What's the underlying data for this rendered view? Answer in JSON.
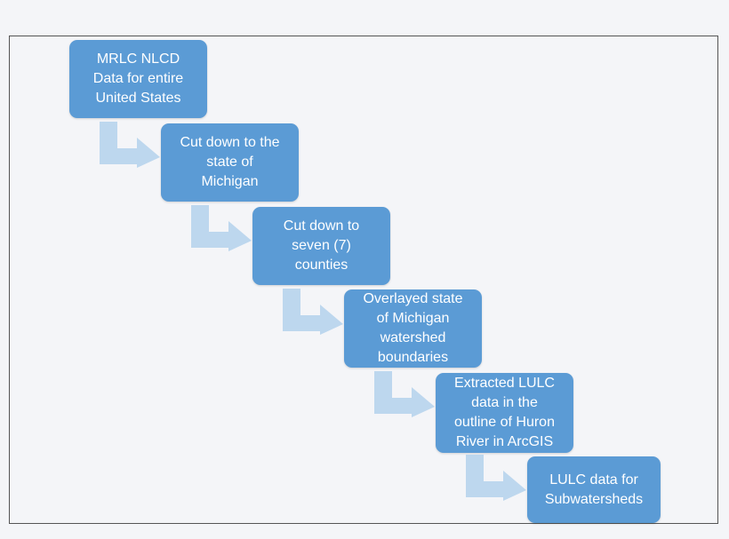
{
  "steps": [
    {
      "label": "MRLC NLCD\nData for entire\nUnited States"
    },
    {
      "label": "Cut down to the\nstate of\nMichigan"
    },
    {
      "label": "Cut down to\nseven (7)\ncounties"
    },
    {
      "label": "Overlayed state\nof Michigan\nwatershed\nboundaries"
    },
    {
      "label": "Extracted LULC\ndata in the\noutline of Huron\nRiver in ArcGIS"
    },
    {
      "label": "LULC data for\nSubwatersheds"
    }
  ],
  "colors": {
    "box_fill": "#5b9bd5",
    "box_text": "#ffffff",
    "arrow_fill": "#bdd7ee",
    "background": "#f4f5f8"
  }
}
